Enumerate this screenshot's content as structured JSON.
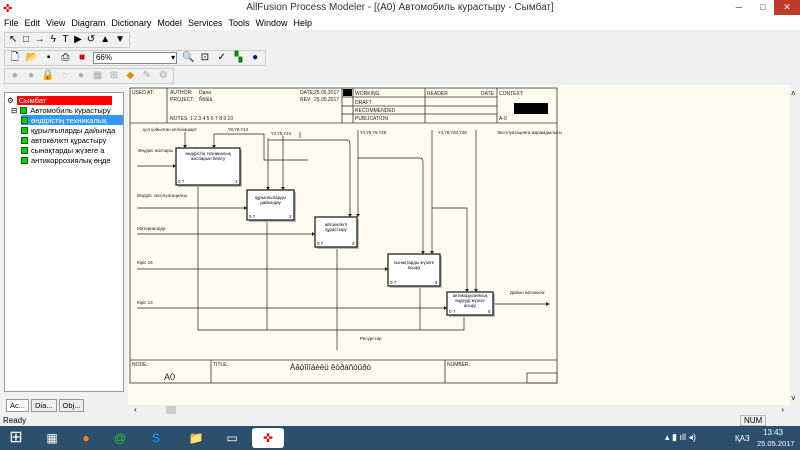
{
  "window": {
    "title": "AllFusion Process Modeler - [(A0) Автомобиль курастыру - Сымбат]"
  },
  "menu": [
    "File",
    "Edit",
    "View",
    "Diagram",
    "Dictionary",
    "Model",
    "Services",
    "Tools",
    "Window",
    "Help"
  ],
  "toolbar": {
    "zoom": "66%"
  },
  "tree": {
    "root": "Сымбат",
    "model": "Автомобиль курастыру",
    "items": [
      "өндірістің техникалық",
      "құрылғыларды дайында",
      "автокөлікті құрастыру",
      "сынақтарды жүзеге а",
      "антикоррозиялық өңде"
    ]
  },
  "left_tabs": [
    "Ac...",
    "Dia...",
    "Obj..."
  ],
  "frame": {
    "used_at": "USED AT:",
    "author_label": "AUTHOR:",
    "author": "Dana",
    "project_label": "PROJECT:",
    "project": "Ñõåìà",
    "date_label": "DATE:",
    "date": "25.05.2017",
    "rev_label": "REV:",
    "rev": "25.05.2017",
    "notes": "NOTES:  1  2  3  4  5  6  7  8  9  10",
    "working": "WORKING",
    "draft": "DRAFT",
    "recommended": "RECOMMENDED",
    "publication": "PUBLICATION",
    "reader": "READER",
    "date2": "DATE",
    "context": "CONTEXT:",
    "context_node": "A-0",
    "node_label": "NODE:",
    "node": "A0",
    "title_label": "TITLE:",
    "title": "Àâòîìîáèëü êóðàñòûðó",
    "number_label": "NUMBER:"
  },
  "boxes": [
    {
      "label": "өндірістің техникалық жоспарын бекіту",
      "cost": "0 ?",
      "num": "1"
    },
    {
      "label": "құрылғыларды дайындау",
      "cost": "0 ?",
      "num": "2"
    },
    {
      "label": "автокөлікті құрастыру",
      "cost": "0 ?",
      "num": "3"
    },
    {
      "label": "сынақтарды жүзеге асыру",
      "cost": "0 ?",
      "num": "4"
    },
    {
      "label": "антикоррозиялық өңдеуді жүзеге асыру",
      "cost": "0 ?",
      "num": "5"
    }
  ],
  "arrows": {
    "contract": "қол қойылған келісімшарт",
    "c1": "Ү8,Ү9,Ү14",
    "c2": "Ү4,Ү9,Ү24",
    "c3": "Ү4,Ү5,Ү9,Ү26",
    "c4": "Ү4,Ү9,Ү20,Ү26",
    "fit": "Эксплуатацияға жарамдылығы",
    "plan": "Өндіріс жоспары",
    "expl": "Өндіріс эксплуатациясы",
    "materials": "Материалдар",
    "in15": "Кіріс 15",
    "in13": "Кіріс 13",
    "output": "Дайын автокөлік",
    "resources": "Ресурстар"
  },
  "status": {
    "text": "Ready",
    "num": "NUM"
  },
  "tray": {
    "lang": "ҚАЗ",
    "time": "13:43",
    "date": "25.05.2017"
  }
}
